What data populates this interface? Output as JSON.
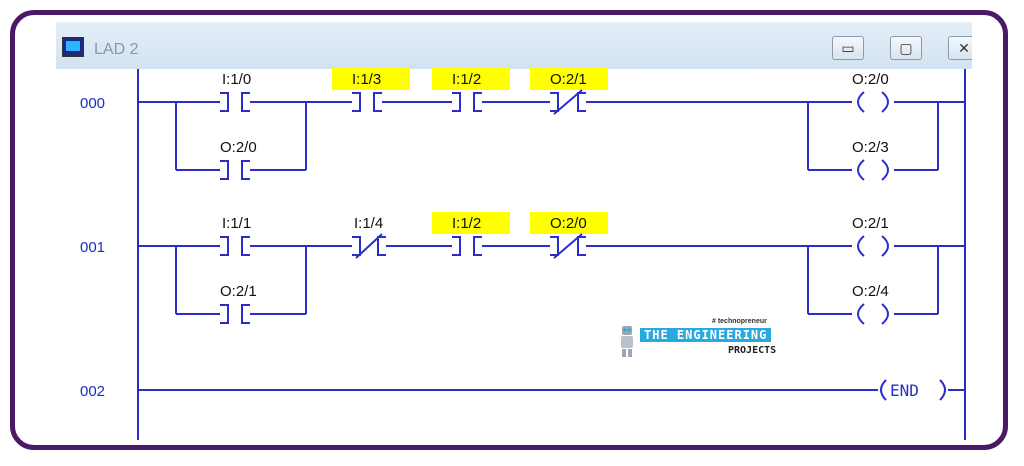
{
  "window": {
    "title": "LAD 2",
    "buttons": {
      "minimize": "▭",
      "maximize": "▢",
      "close": "✕"
    }
  },
  "rungs": [
    {
      "number": "000",
      "elements": [
        {
          "label": "I:1/0",
          "type": "XIC",
          "highlighted": false
        },
        {
          "label": "O:2/0",
          "type": "XIC",
          "highlighted": false
        },
        {
          "label": "I:1/3",
          "type": "XIC",
          "highlighted": true
        },
        {
          "label": "I:1/2",
          "type": "XIC",
          "highlighted": true
        },
        {
          "label": "O:2/1",
          "type": "XIO",
          "highlighted": true
        },
        {
          "label": "O:2/0",
          "type": "OTE",
          "highlighted": false
        },
        {
          "label": "O:2/3",
          "type": "OTE",
          "highlighted": false
        }
      ]
    },
    {
      "number": "001",
      "elements": [
        {
          "label": "I:1/1",
          "type": "XIC",
          "highlighted": false
        },
        {
          "label": "O:2/1",
          "type": "XIC",
          "highlighted": false
        },
        {
          "label": "I:1/4",
          "type": "XIO",
          "highlighted": false
        },
        {
          "label": "I:1/2",
          "type": "XIC",
          "highlighted": true
        },
        {
          "label": "O:2/0",
          "type": "XIO",
          "highlighted": true
        },
        {
          "label": "O:2/1",
          "type": "OTE",
          "highlighted": false
        },
        {
          "label": "O:2/4",
          "type": "OTE",
          "highlighted": false
        }
      ]
    },
    {
      "number": "002",
      "end_label": "END"
    }
  ],
  "watermark": {
    "tagline": "# technopreneur",
    "line1": "THE ENGINEERING",
    "line2": "PROJECTS"
  },
  "colors": {
    "frame": "#4a1a66",
    "wire": "#2a2ec8",
    "highlight": "#ffff00",
    "rung_number": "#1f2bc0"
  }
}
